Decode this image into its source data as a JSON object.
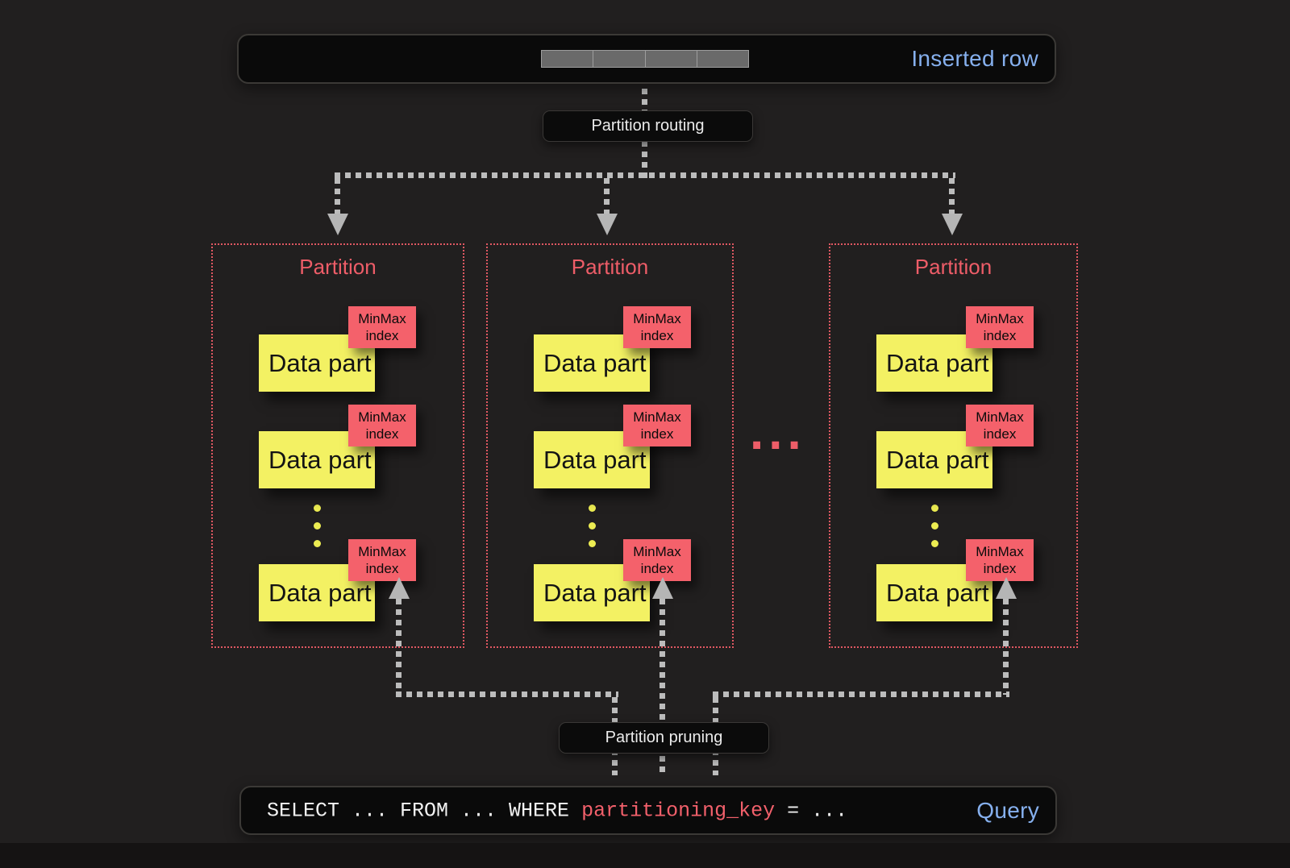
{
  "colors": {
    "background": "#211f1f",
    "panel_fill": "#0a0a0a",
    "accent_blue": "#86b0ee",
    "accent_red": "#ee5d68",
    "data_part_yellow": "#f3f163",
    "minmax_tag_red": "#f4616b",
    "connector_gray": "#bcbcbc",
    "sql_key_red": "#f2606b"
  },
  "inserted_row": {
    "label": "Inserted row",
    "cell_count": 4
  },
  "labels": {
    "routing": "Partition routing",
    "pruning": "Partition pruning"
  },
  "partitions": [
    {
      "title": "Partition",
      "parts": [
        {
          "label": "Data part",
          "tag": [
            "MinMax",
            "index"
          ]
        },
        {
          "label": "Data part",
          "tag": [
            "MinMax",
            "index"
          ]
        },
        {
          "label": "Data part",
          "tag": [
            "MinMax",
            "index"
          ]
        }
      ]
    },
    {
      "title": "Partition",
      "parts": [
        {
          "label": "Data part",
          "tag": [
            "MinMax",
            "index"
          ]
        },
        {
          "label": "Data part",
          "tag": [
            "MinMax",
            "index"
          ]
        },
        {
          "label": "Data part",
          "tag": [
            "MinMax",
            "index"
          ]
        }
      ]
    },
    {
      "title": "Partition",
      "parts": [
        {
          "label": "Data part",
          "tag": [
            "MinMax",
            "index"
          ]
        },
        {
          "label": "Data part",
          "tag": [
            "MinMax",
            "index"
          ]
        },
        {
          "label": "Data part",
          "tag": [
            "MinMax",
            "index"
          ]
        }
      ]
    }
  ],
  "ellipsis": "...",
  "query": {
    "prefix": "SELECT ... FROM ... WHERE ",
    "key": "partitioning_key",
    "suffix": " = ...",
    "label": "Query"
  }
}
